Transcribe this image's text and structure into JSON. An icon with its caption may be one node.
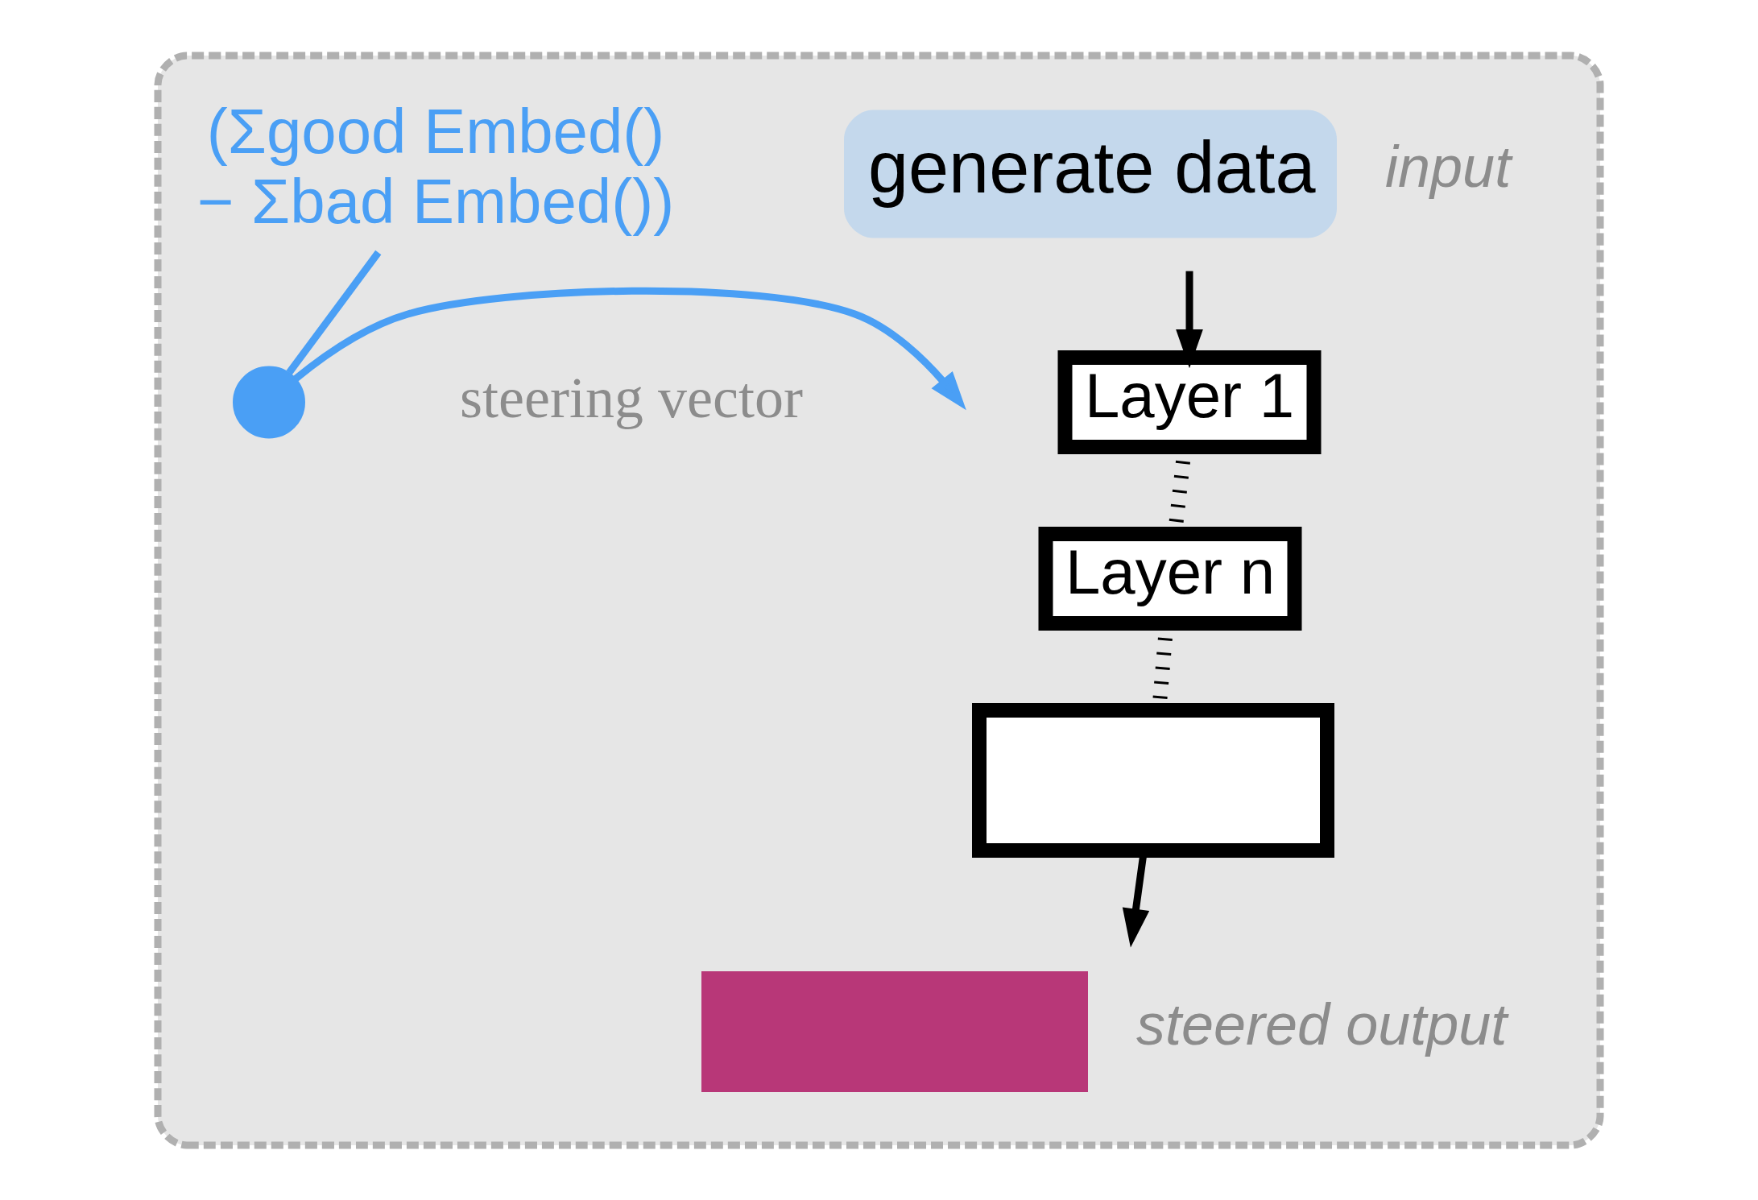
{
  "diagram": {
    "nodes": [
      {
        "text": [],
        "shape": "box"
      },
      {
        "text": [
          "generate data"
        ],
        "beside": [
          "input"
        ],
        "in": 0
      },
      {
        "text": [
          "Layer 1"
        ],
        "in": 0
      },
      {
        "text": [
          "Layer n"
        ],
        "in": 0
      },
      {
        "text": [],
        "shape": "box",
        "in": 0
      },
      {
        "text": [],
        "shape": "bar",
        "beside": [
          "steered output"
        ],
        "in": 0
      },
      {
        "text": [
          "(Σgood Embed()",
          "− Σbad Embed())"
        ],
        "in": 0
      },
      {
        "text": [],
        "shape": "circle",
        "beside": [
          "steering vector"
        ],
        "in": 0
      }
    ],
    "edges": [
      {
        "from": 1,
        "to": 2,
        "arrow": "to"
      },
      {
        "from": 2,
        "to": 3,
        "arrow": "none",
        "style": "dashed"
      },
      {
        "from": 3,
        "to": 4,
        "arrow": "none",
        "style": "dashed"
      },
      {
        "from": 6,
        "to": 7,
        "arrow": "none",
        "color": "#4a9ff5"
      },
      {
        "from": 7,
        "to": null,
        "arrow": "to",
        "color": "#4a9ff5"
      },
      {
        "from": 4,
        "to": 5,
        "arrow": "to"
      }
    ]
  }
}
